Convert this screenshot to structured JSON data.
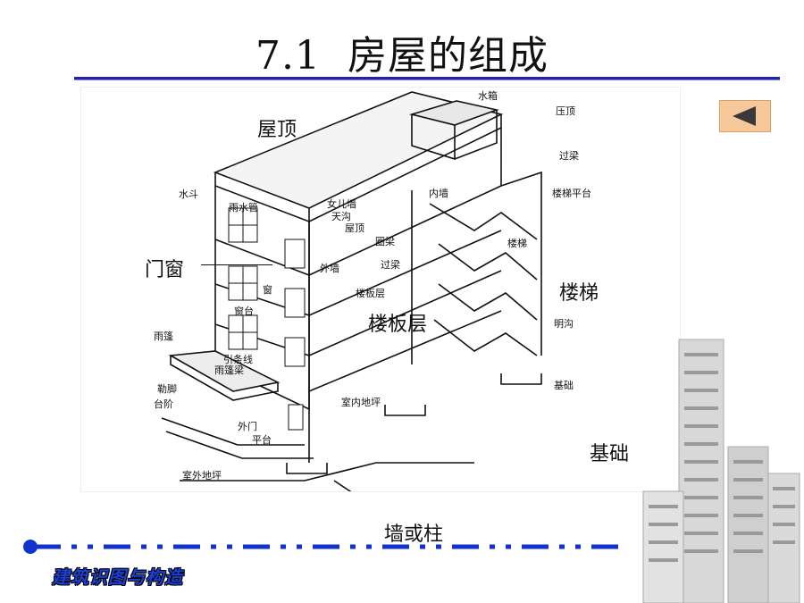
{
  "slide": {
    "number": "7.1",
    "title": "房屋的组成",
    "footer": "建筑识图与构造"
  },
  "labels_big": {
    "roof": "屋顶",
    "door_window": "门窗",
    "stairs": "楼梯",
    "floor_layer": "楼板层",
    "foundation": "基础",
    "wall_column": "墙或柱"
  },
  "labels_small": {
    "water_tank": "水箱",
    "pressure_top": "压顶",
    "lintel_top": "过梁",
    "inner_wall": "内墙",
    "stair_platform": "楼梯平台",
    "water_hopper": "水斗",
    "rain_pipe": "雨水管",
    "parapet": "女儿墙",
    "gutter": "天沟",
    "roof_slab": "屋顶",
    "ring_beam": "圈梁",
    "stair_flight": "楼梯",
    "outer_wall": "外墙",
    "lintel_mid": "过梁",
    "window": "窗",
    "window_sill": "窗台",
    "floor_slab": "楼板层",
    "open_drain": "明沟",
    "canopy": "雨篷",
    "drip_line": "引条线",
    "canopy_beam": "雨篷梁",
    "plinth": "勒脚",
    "steps": "台阶",
    "indoor_floor": "室内地坪",
    "outer_door": "外门",
    "platform": "平台",
    "foundation_small": "基础",
    "outdoor_ground": "室外地坪"
  },
  "colors": {
    "title_rule": "#2222aa",
    "footer_text": "#1a3fd1",
    "back_button": "#f6c89a",
    "dash_line": "#1133cc"
  },
  "icons": {
    "back_button": "left-triangle-icon",
    "decoration": "high-rise-building-image"
  }
}
